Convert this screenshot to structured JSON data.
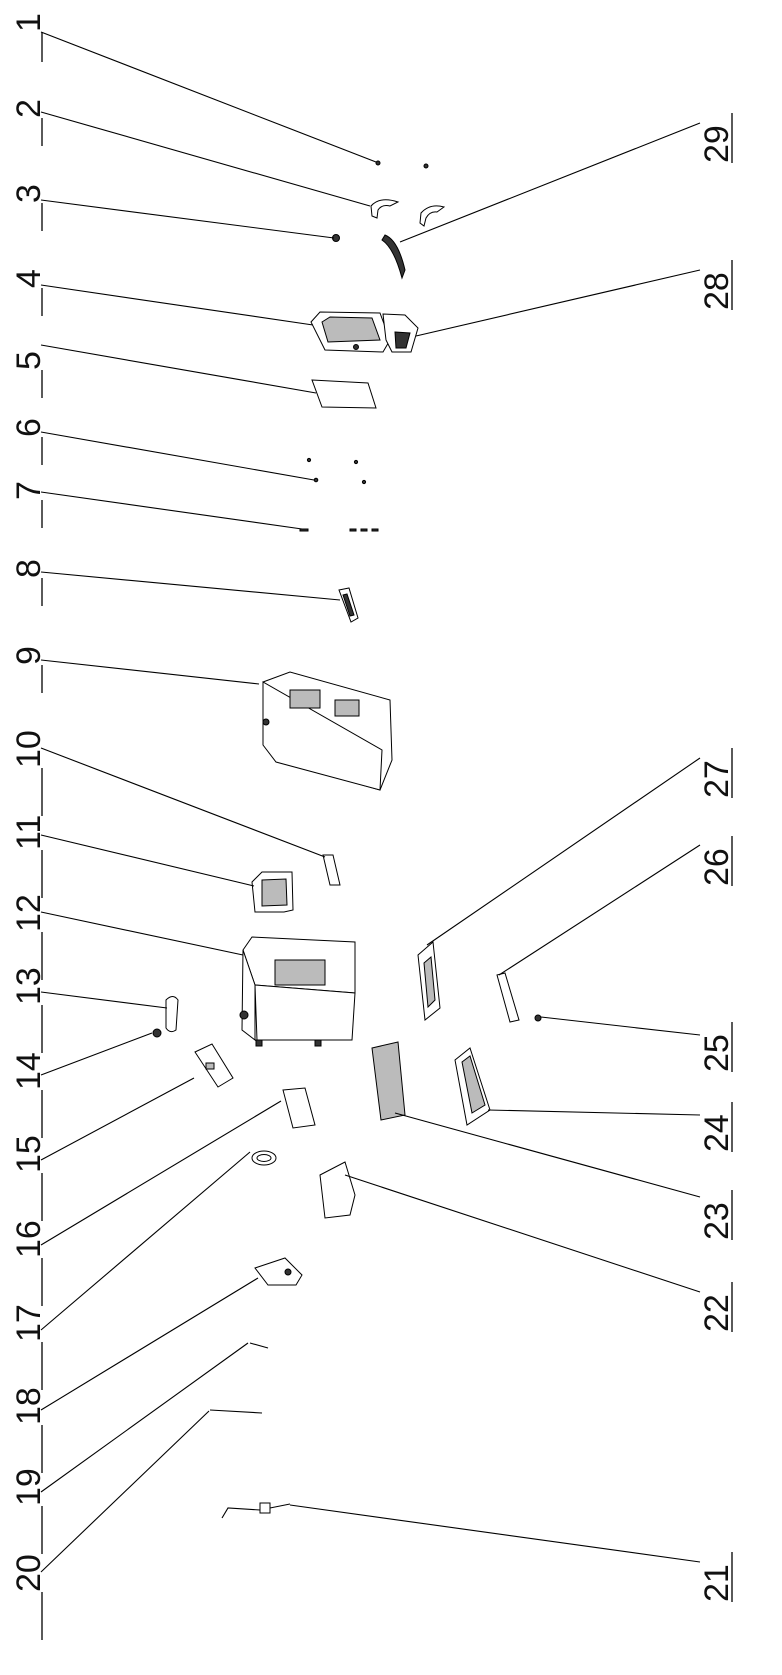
{
  "diagram": {
    "type": "exploded-parts-view",
    "callouts": [
      {
        "label": "1"
      },
      {
        "label": "2"
      },
      {
        "label": "3"
      },
      {
        "label": "4"
      },
      {
        "label": "5"
      },
      {
        "label": "6"
      },
      {
        "label": "7"
      },
      {
        "label": "8"
      },
      {
        "label": "9"
      },
      {
        "label": "10"
      },
      {
        "label": "11"
      },
      {
        "label": "12"
      },
      {
        "label": "13"
      },
      {
        "label": "14"
      },
      {
        "label": "15"
      },
      {
        "label": "16"
      },
      {
        "label": "17"
      },
      {
        "label": "18"
      },
      {
        "label": "19"
      },
      {
        "label": "20"
      },
      {
        "label": "21"
      },
      {
        "label": "22"
      },
      {
        "label": "23"
      },
      {
        "label": "24"
      },
      {
        "label": "25"
      },
      {
        "label": "26"
      },
      {
        "label": "27"
      },
      {
        "label": "28"
      },
      {
        "label": "29"
      }
    ]
  }
}
